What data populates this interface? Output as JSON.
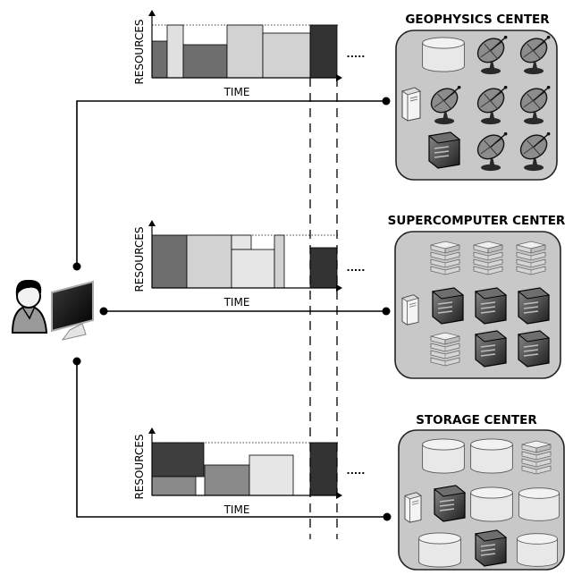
{
  "colors": {
    "panel_fill": "#c8c8c8",
    "panel_stroke": "#222222",
    "bar_dark": "#333333",
    "bar_mid": "#6e6e6e",
    "bar_light": "#d2d2d2",
    "bar_lighter": "#e6e6e6"
  },
  "gantt": {
    "y_label": "RESOURCES",
    "x_label": "TIME",
    "ellipsis": "....."
  },
  "centers": [
    {
      "title": "GEOPHYSICS CENTER",
      "icons": [
        [
          "cylinder",
          "satellite-dish",
          "satellite-dish"
        ],
        [
          "satellite-dish",
          "satellite-dish",
          "satellite-dish"
        ],
        [
          "server",
          "satellite-dish",
          "satellite-dish"
        ]
      ]
    },
    {
      "title": "SUPERCOMPUTER CENTER",
      "icons": [
        [
          "rack",
          "rack",
          "rack"
        ],
        [
          "server",
          "server",
          "server"
        ],
        [
          "rack",
          "server",
          "server"
        ]
      ]
    },
    {
      "title": "STORAGE CENTER",
      "icons": [
        [
          "cylinder",
          "cylinder",
          "rack"
        ],
        [
          "server",
          "cylinder",
          "cylinder"
        ],
        [
          "cylinder",
          "server",
          "cylinder"
        ]
      ]
    }
  ]
}
